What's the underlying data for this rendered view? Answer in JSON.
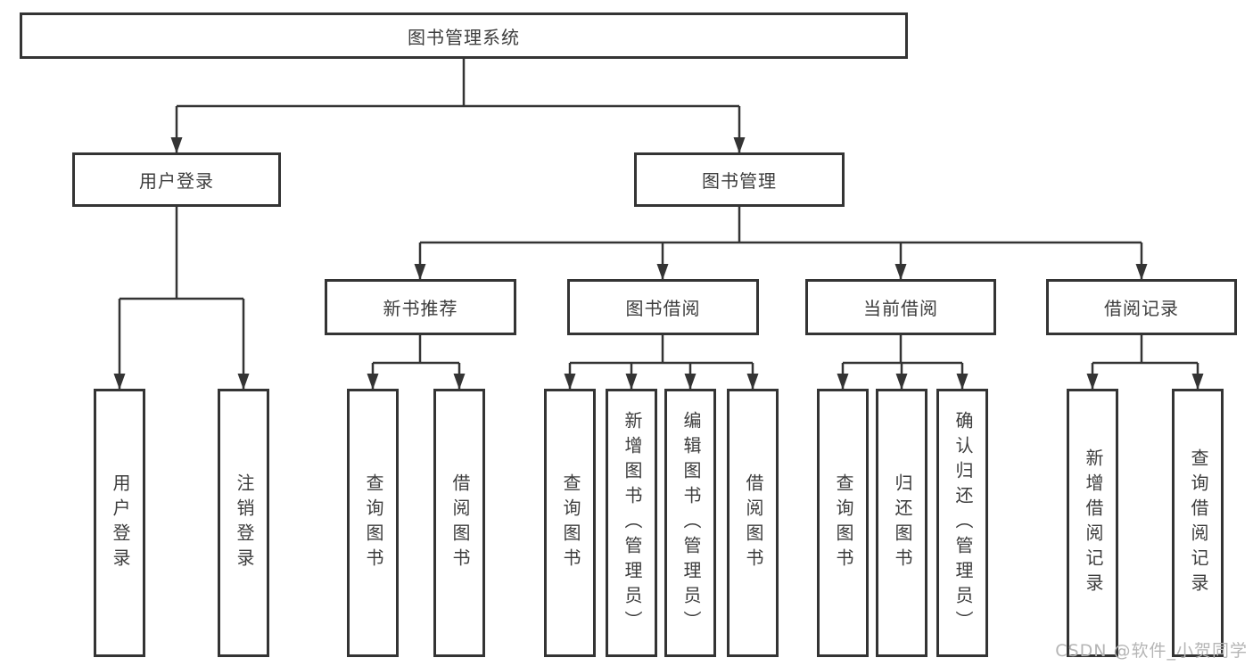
{
  "tree": {
    "label": "图书管理系统",
    "children": [
      {
        "label": "用户登录",
        "children": [
          {
            "label": "用户登录"
          },
          {
            "label": "注销登录"
          }
        ]
      },
      {
        "label": "图书管理",
        "children": [
          {
            "label": "新书推荐",
            "children": [
              {
                "label": "查询图书"
              },
              {
                "label": "借阅图书"
              }
            ]
          },
          {
            "label": "图书借阅",
            "children": [
              {
                "label": "查询图书"
              },
              {
                "label": "新增图书（管理员）"
              },
              {
                "label": "编辑图书（管理员）"
              },
              {
                "label": "借阅图书"
              }
            ]
          },
          {
            "label": "当前借阅",
            "children": [
              {
                "label": "查询图书"
              },
              {
                "label": "归还图书"
              },
              {
                "label": "确认归还（管理员）"
              }
            ]
          },
          {
            "label": "借阅记录",
            "children": [
              {
                "label": "新增借阅记录"
              },
              {
                "label": "查询借阅记录"
              }
            ]
          }
        ]
      }
    ]
  },
  "watermark": {
    "text": "CSDN @软件_小贺同学"
  },
  "colors": {
    "line": "#343434",
    "text": "#3d3d3d",
    "watermark": "#b5b5b5",
    "background": "#ffffff"
  }
}
